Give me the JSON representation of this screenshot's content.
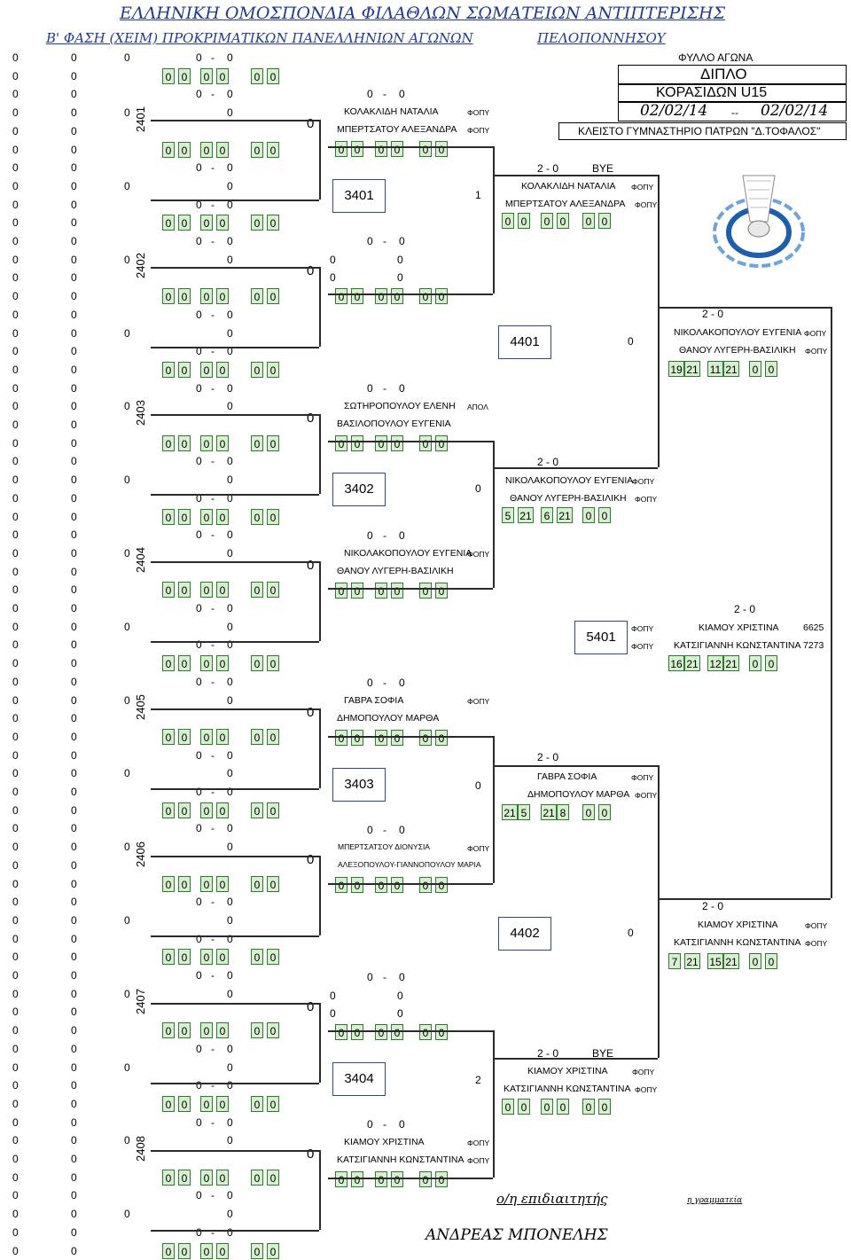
{
  "header": {
    "federation": "ΕΛΛΗΝΙΚΗ ΟΜΟΣΠΟΝΔΙΑ ΦΙΛΑΘΛΩΝ ΣΩΜΑΤΕΙΩΝ ΑΝΤΙΠΤΕΡΙΣΗΣ",
    "phase": "Β' ΦΑΣΗ (ΧΕΙΜ) ΠΡΟΚΡΙΜΑΤΙΚΩΝ ΠΑΝΕΛΛΗΝΙΩΝ ΑΓΩΝΩΝ",
    "region": "ΠΕΛΟΠΟΝΝΗΣΟΥ"
  },
  "info": {
    "sheet": "ΦΥΛΛΟ ΑΓΩΝΑ",
    "event": "ΔΙΠΛΟ",
    "category": "ΚΟΡΑΣΙΔΩΝ U15",
    "date_from": "02/02/14",
    "date_sep": "--",
    "date_to": "02/02/14",
    "venue": "ΚΛΕΙΣΤΟ ΓΥΜΝΑΣΤΗΡΙΟ ΠΑΤΡΩΝ \"Δ.ΤΟΦΑΛΟΣ\""
  },
  "common": {
    "zero": "0",
    "dash": "-",
    "bye": "BYE",
    "club": "ΦΟΠΥ",
    "club_apol": "ΑΠΟΛ"
  },
  "rounds": {
    "r1": [
      "2401",
      "2402",
      "2403",
      "2404",
      "2405",
      "2406",
      "2407",
      "2408"
    ],
    "r2": [
      "3401",
      "3402",
      "3403",
      "3404"
    ],
    "r3": [
      "4401",
      "4402"
    ],
    "final": "5401"
  },
  "players": {
    "kolaklidi": "ΚΟΛΑΚΛΙΔΗ ΝΑΤΑΛΙΑ",
    "mpertsatou_a": "ΜΠΕΡΤΣΑΤΟΥ ΑΛΕΞΑΝΔΡΑ",
    "sotiropoulou": "ΣΩΤΗΡΟΠΟΥΛΟΥ ΕΛΕΝΗ",
    "vasilopoulou": "ΒΑΣΙΛΟΠΟΥΛΟΥ ΕΥΓΕΝΙΑ",
    "nikolakopoulou": "ΝΙΚΟΛΑΚΟΠΟΥΛΟΥ ΕΥΓΕΝΙΑ",
    "thanou": "ΘΑΝΟΥ ΛΥΓΕΡΗ-ΒΑΣΙΛΙΚΗ",
    "gavra": "ΓΑΒΡΑ ΣΟΦΙΑ",
    "dimopoulou": "ΔΗΜΟΠΟΥΛΟΥ ΜΑΡΘΑ",
    "mpertsatsou_d": "ΜΠΕΡΤΣΑΤΣΟΥ ΔΙΟΝΥΣΙΑ",
    "alexopoulou": "ΑΛΕΞΟΠΟΥΛΟΥ-ΓΙΑΝΝΟΠΟΥΛΟΥ ΜΑΡΙΑ",
    "kiamou": "ΚΙΑΜΟΥ ΧΡΙΣΤΙΝΑ",
    "katsigianni": "ΚΑΤΣΙΓΙΑΝΝΗ ΚΩΝΣΤΑΝΤΙΝΑ"
  },
  "results": {
    "r2_3401": {
      "score": "2 - 0",
      "note": "BYE",
      "seed": "1",
      "games": [
        "0",
        "0",
        "0",
        "0",
        "0",
        "0"
      ]
    },
    "r2_3402": {
      "score": "2 - 0",
      "seed": "0",
      "games": [
        "5",
        "21",
        "6",
        "21",
        "0",
        "0"
      ]
    },
    "r2_3403": {
      "score": "2 - 0",
      "seed": "0",
      "games": [
        "21",
        "5",
        "21",
        "8",
        "0",
        "0"
      ]
    },
    "r2_3404": {
      "score": "2 - 0",
      "note": "BYE",
      "seed": "2",
      "games": [
        "0",
        "0",
        "0",
        "0",
        "0",
        "0"
      ]
    },
    "sf_4401": {
      "score": "2 - 0",
      "games": [
        "19",
        "21",
        "11",
        "21",
        "0",
        "0"
      ]
    },
    "sf_4402": {
      "score": "2 - 0",
      "games": [
        "7",
        "21",
        "15",
        "21",
        "0",
        "0"
      ]
    },
    "final_5401": {
      "score": "2 - 0",
      "games": [
        "16",
        "21",
        "12",
        "21",
        "0",
        "0"
      ],
      "id1": "6625",
      "id2": "7273"
    }
  },
  "footer": {
    "referee": "ο/η επιδιαιτητής",
    "secretary": "η γραμματεία",
    "signature": "ΑΝΔΡΕΑΣ ΜΠΟΝΕΛΗΣ"
  },
  "colors": {
    "header_blue": "#1f3a8f",
    "game_box_bg": "#d7f0d0",
    "game_box_border": "#2f7a2f"
  }
}
